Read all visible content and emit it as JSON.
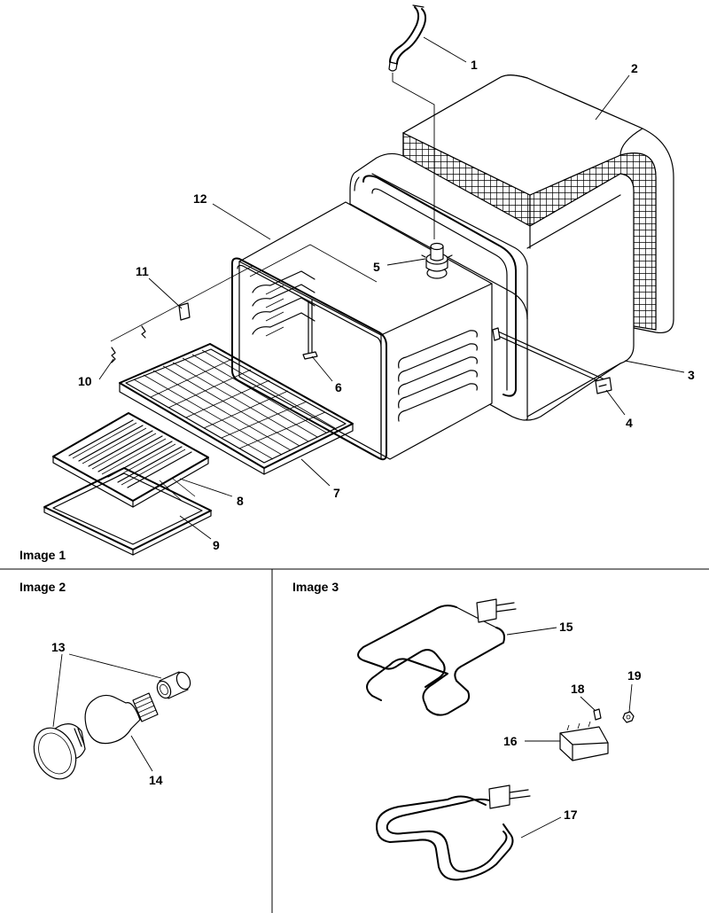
{
  "panels": [
    {
      "label": "Image 1"
    },
    {
      "label": "Image 2"
    },
    {
      "label": "Image 3"
    }
  ],
  "callouts": {
    "1": "1",
    "2": "2",
    "3": "3",
    "4": "4",
    "5": "5",
    "6": "6",
    "7": "7",
    "8": "8",
    "9": "9",
    "10": "10",
    "11": "11",
    "12": "12",
    "13": "13",
    "14": "14",
    "15": "15",
    "16": "16",
    "17": "17",
    "18": "18",
    "19": "19"
  },
  "colors": {
    "line": "#000000",
    "background": "#ffffff"
  }
}
